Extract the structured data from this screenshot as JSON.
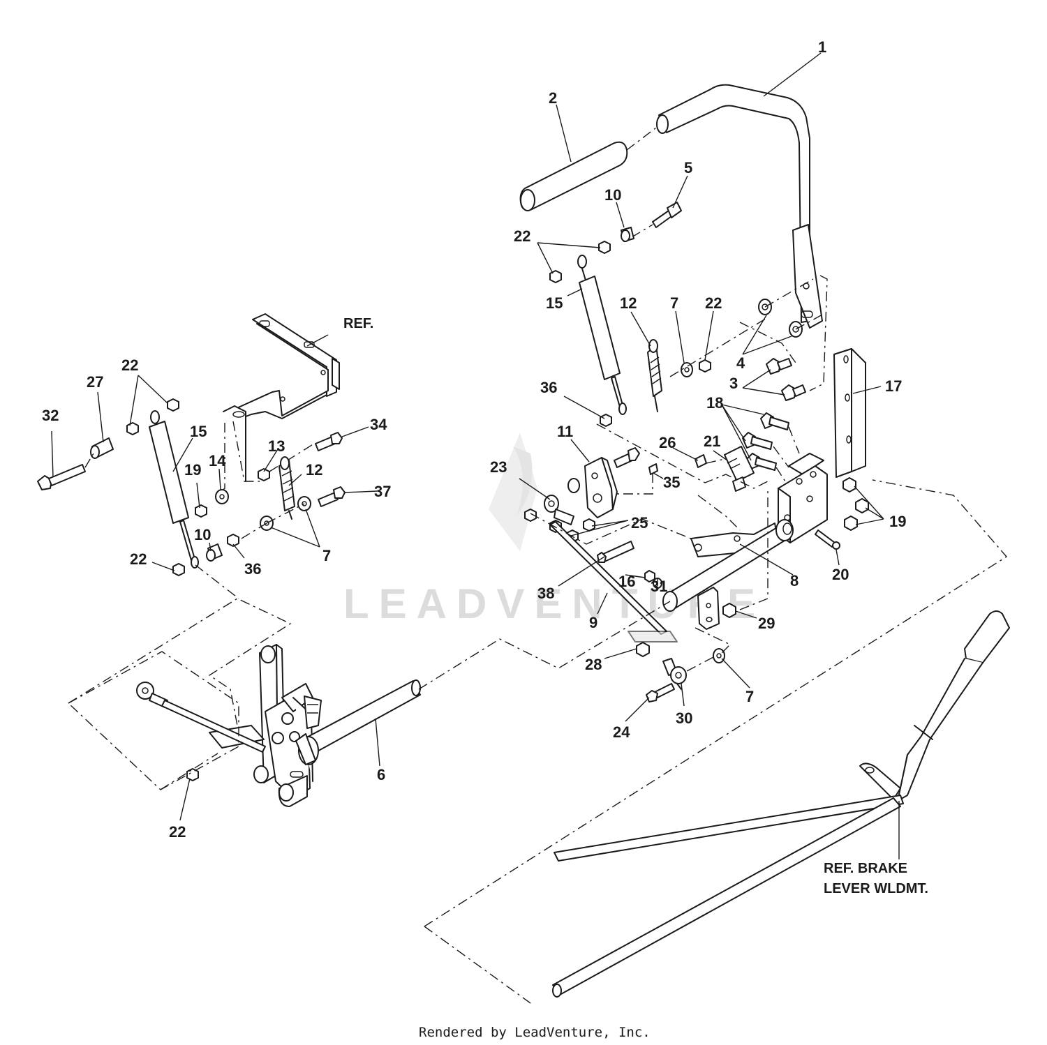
{
  "watermark": "LEADVENTURE",
  "footer": "Rendered by LeadVenture, Inc.",
  "ref_labels": {
    "bracket": "REF.",
    "brake_line1": "REF. BRAKE",
    "brake_line2": "LEVER WLDMT."
  },
  "callouts": {
    "c1": "1",
    "c2": "2",
    "c3": "3",
    "c4": "4",
    "c5": "5",
    "c6": "6",
    "c7a": "7",
    "c7b": "7",
    "c7c": "7",
    "c8": "8",
    "c9": "9",
    "c10a": "10",
    "c10b": "10",
    "c11": "11",
    "c12a": "12",
    "c12b": "12",
    "c13": "13",
    "c14": "14",
    "c15a": "15",
    "c15b": "15",
    "c16": "16",
    "c17": "17",
    "c18": "18",
    "c19a": "19",
    "c19b": "19",
    "c20": "20",
    "c21": "21",
    "c22a": "22",
    "c22b": "22",
    "c22c": "22",
    "c22d": "22",
    "c22e": "22",
    "c23": "23",
    "c24": "24",
    "c25": "25",
    "c26": "26",
    "c27": "27",
    "c28": "28",
    "c29": "29",
    "c30": "30",
    "c31": "31",
    "c32": "32",
    "c34": "34",
    "c35": "35",
    "c36a": "36",
    "c36b": "36",
    "c37": "37",
    "c38": "38"
  }
}
